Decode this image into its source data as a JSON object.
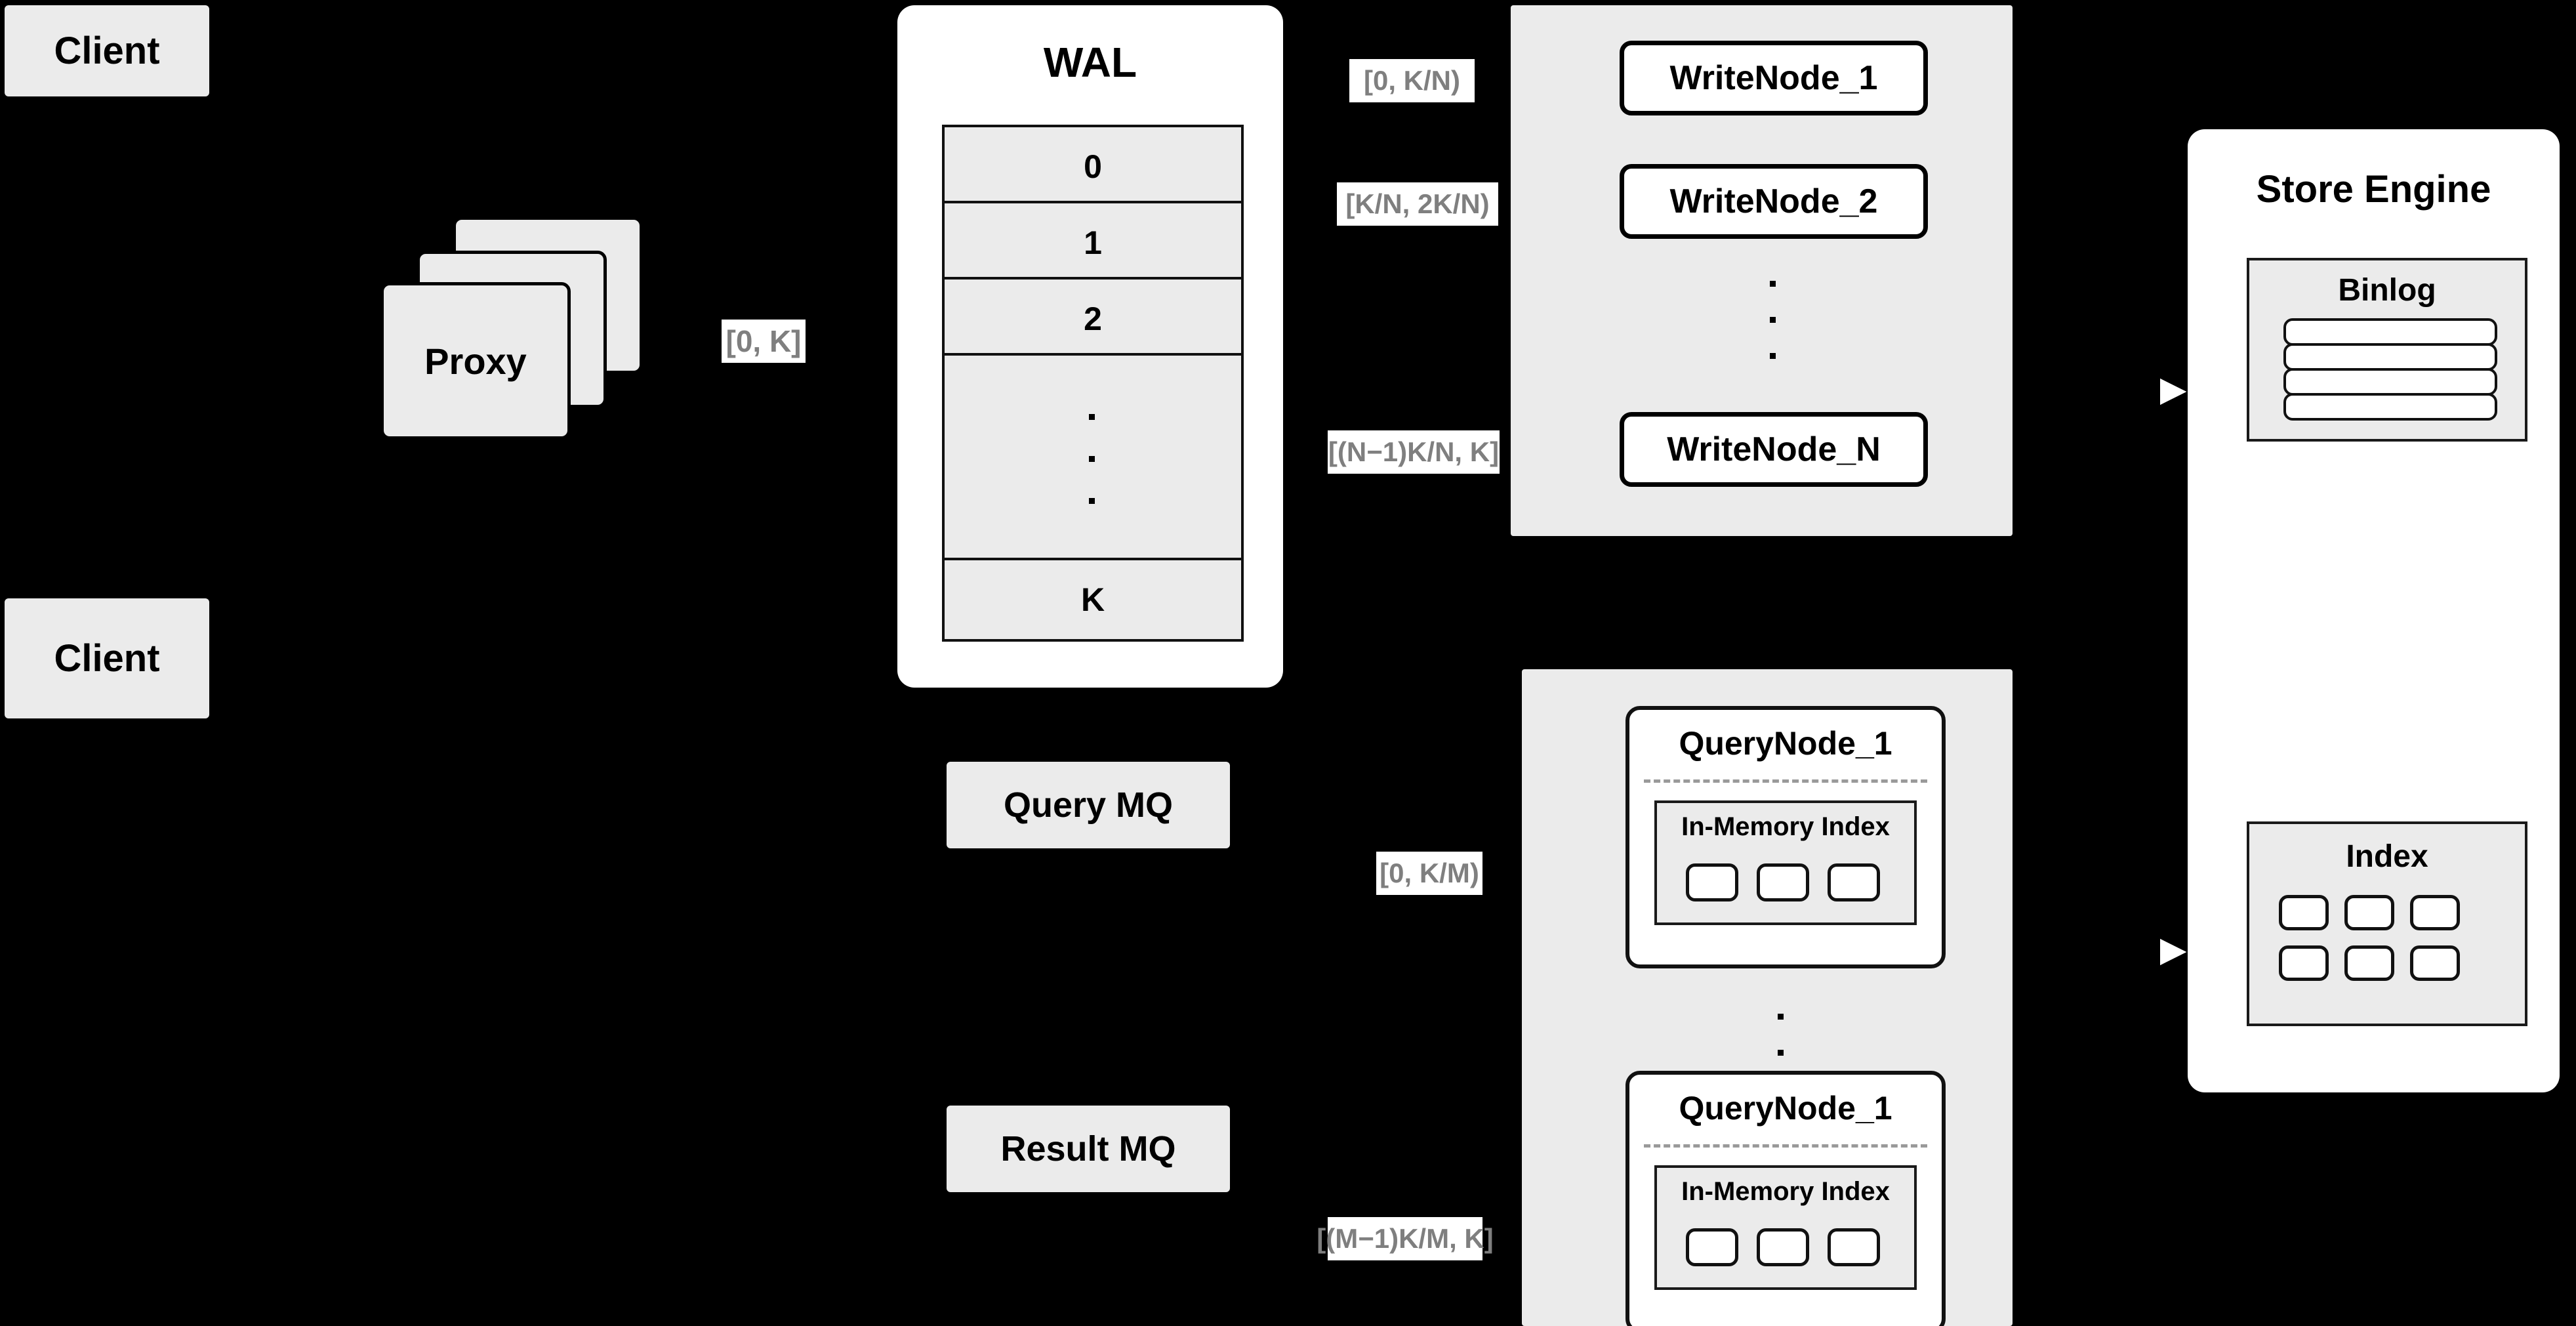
{
  "diagram": {
    "title": "Distributed Write/Query Architecture",
    "background_color": "#000000",
    "node_fill": "#ebebeb",
    "node_stroke": "#000000",
    "label_text_color": "#7f7f7f",
    "label_bg_color": "#ffffff"
  },
  "clients": [
    {
      "label": "Client"
    },
    {
      "label": "Client"
    }
  ],
  "proxy": {
    "label": "Proxy",
    "stack_count": 3
  },
  "wal": {
    "title": "WAL",
    "entries": [
      "0",
      "1",
      "2",
      "⋮",
      "K"
    ],
    "dots_count": 3
  },
  "edge_labels": {
    "proxy_to_wal": "[0,  K]",
    "write_node_1": "[0,  K/N)",
    "write_node_2": "[K/N, 2K/N)",
    "write_node_n": "[(N−1)K/N,  K]",
    "query_node_1": "[0, K/M)",
    "query_node_m": "[(M−1)K/M, K]"
  },
  "write_nodes": [
    {
      "label": "WriteNode_1"
    },
    {
      "label": "WriteNode_2"
    },
    {
      "label": "WriteNode_N"
    }
  ],
  "write_nodes_ellipsis_dots": 3,
  "message_queues": [
    {
      "label": "Query MQ"
    },
    {
      "label": "Result MQ"
    }
  ],
  "query_nodes": [
    {
      "label": "QueryNode_1",
      "inner": {
        "label": "In-Memory Index",
        "slots": 3
      }
    },
    {
      "label": "QueryNode_1",
      "inner": {
        "label": "In-Memory Index",
        "slots": 3
      }
    }
  ],
  "query_nodes_ellipsis_dots": 3,
  "store_engine": {
    "title": "Store Engine",
    "binlog": {
      "title": "Binlog",
      "rows": 4
    },
    "index": {
      "title": "Index",
      "cells": 6,
      "columns": 3,
      "rows": 2
    }
  }
}
